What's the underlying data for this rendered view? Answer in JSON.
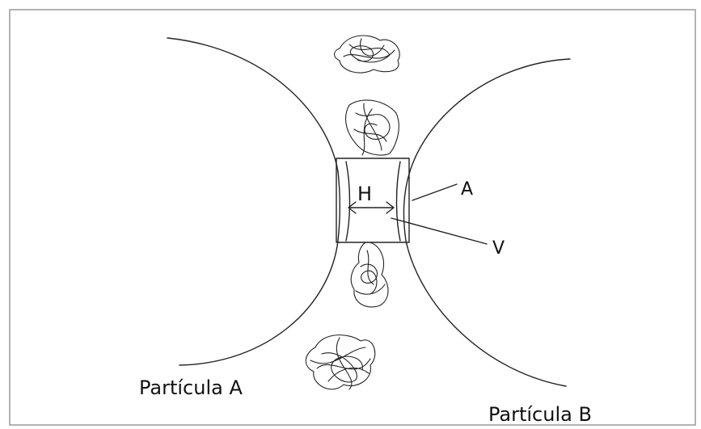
{
  "labels": {
    "particle_a": "Partícula A",
    "particle_b": "Partícula B",
    "horizontal": "H",
    "area": "A",
    "volume": "V"
  }
}
